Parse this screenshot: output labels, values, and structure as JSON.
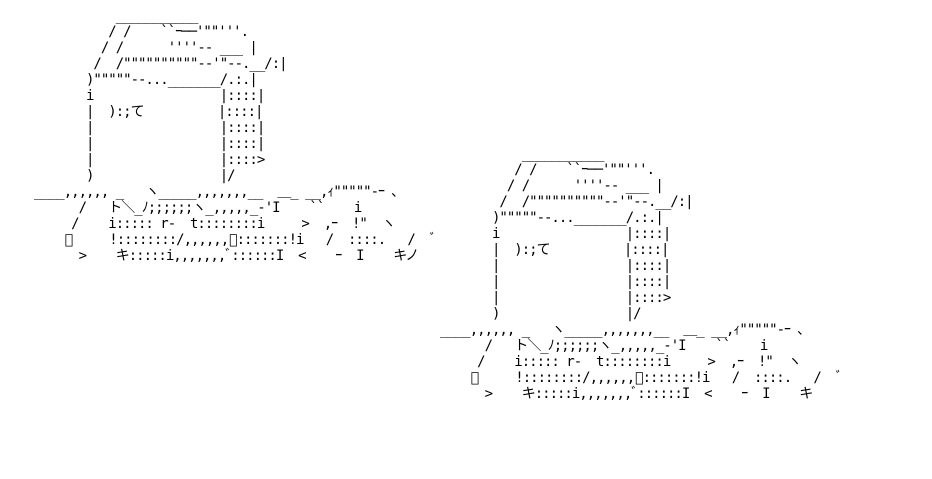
{
  "art": {
    "left_figure": [
      "           ___________",
      "          / /    ``ｰ──'\"\"'''.",
      "         / /      ''''-- ___ |",
      "        /  /\"\"\"\"\"\"\"\"\"\"--'\"--.__/:|",
      "       )\"\"\"\"\"--..._______/.:.|",
      "       i                 |::::|",
      "       |  ):;て          |::::|",
      "       |                 |::::|",
      "       |                 |::::|",
      "       |                 |::::>",
      "       )                 |/"
    ],
    "right_figure": [
      "           ___________",
      "          / /    ``ｰ──'\"\"'''.",
      "         / /      ''''-- ___ |",
      "        /  /\"\"\"\"\"\"\"\"\"\"--'\"--.__/:|",
      "       )\"\"\"\"\"--..._______/.:.|",
      "       i                 |::::|",
      "       |  ):;て          |::::|",
      "       |                 |::::|",
      "       |                 |::::|",
      "       |                 |::::>",
      "       )                 |/"
    ],
    "left_lower": [
      "____,,,,,, _   ヽ_____,,,,,,,__  ＿_ __,ｨ\"\"\"\"\"-ｰ ､",
      "      /   ト＼_ﾉ;;;;;;ヽ_,,,,,_-'I    ``    i",
      "     /    i::::: r-  t::::::::i     >  ,ｰ  !\"  ヽ",
      "    ﾞ     !::::::::/,,,,,,ﾞ:::::::!i   /  ::::.   /  ﾞ",
      "      >    キ:::::i,,,,,,,ﾞ::::::I  <    ｰ  I    キノ"
    ],
    "right_lower": [
      "____,,,,,, _   ヽ_____,,,,,,,__  ＿_ __,ｨ\"\"\"\"\"-ｰ ､",
      "      /   ト＼_ﾉ;;;;;;ヽ_,,,,,_-'I    ``    i",
      "     /    i::::: r-  t::::::::i     >  ,ｰ  !\"  ヽ",
      "    ﾞ     !::::::::/,,,,,,ﾞ:::::::!i   /  ::::.   /  ﾞ",
      "      >    キ:::::i,,,,,,,ﾞ::::::I  <    ｰ  I    キ"
    ]
  }
}
